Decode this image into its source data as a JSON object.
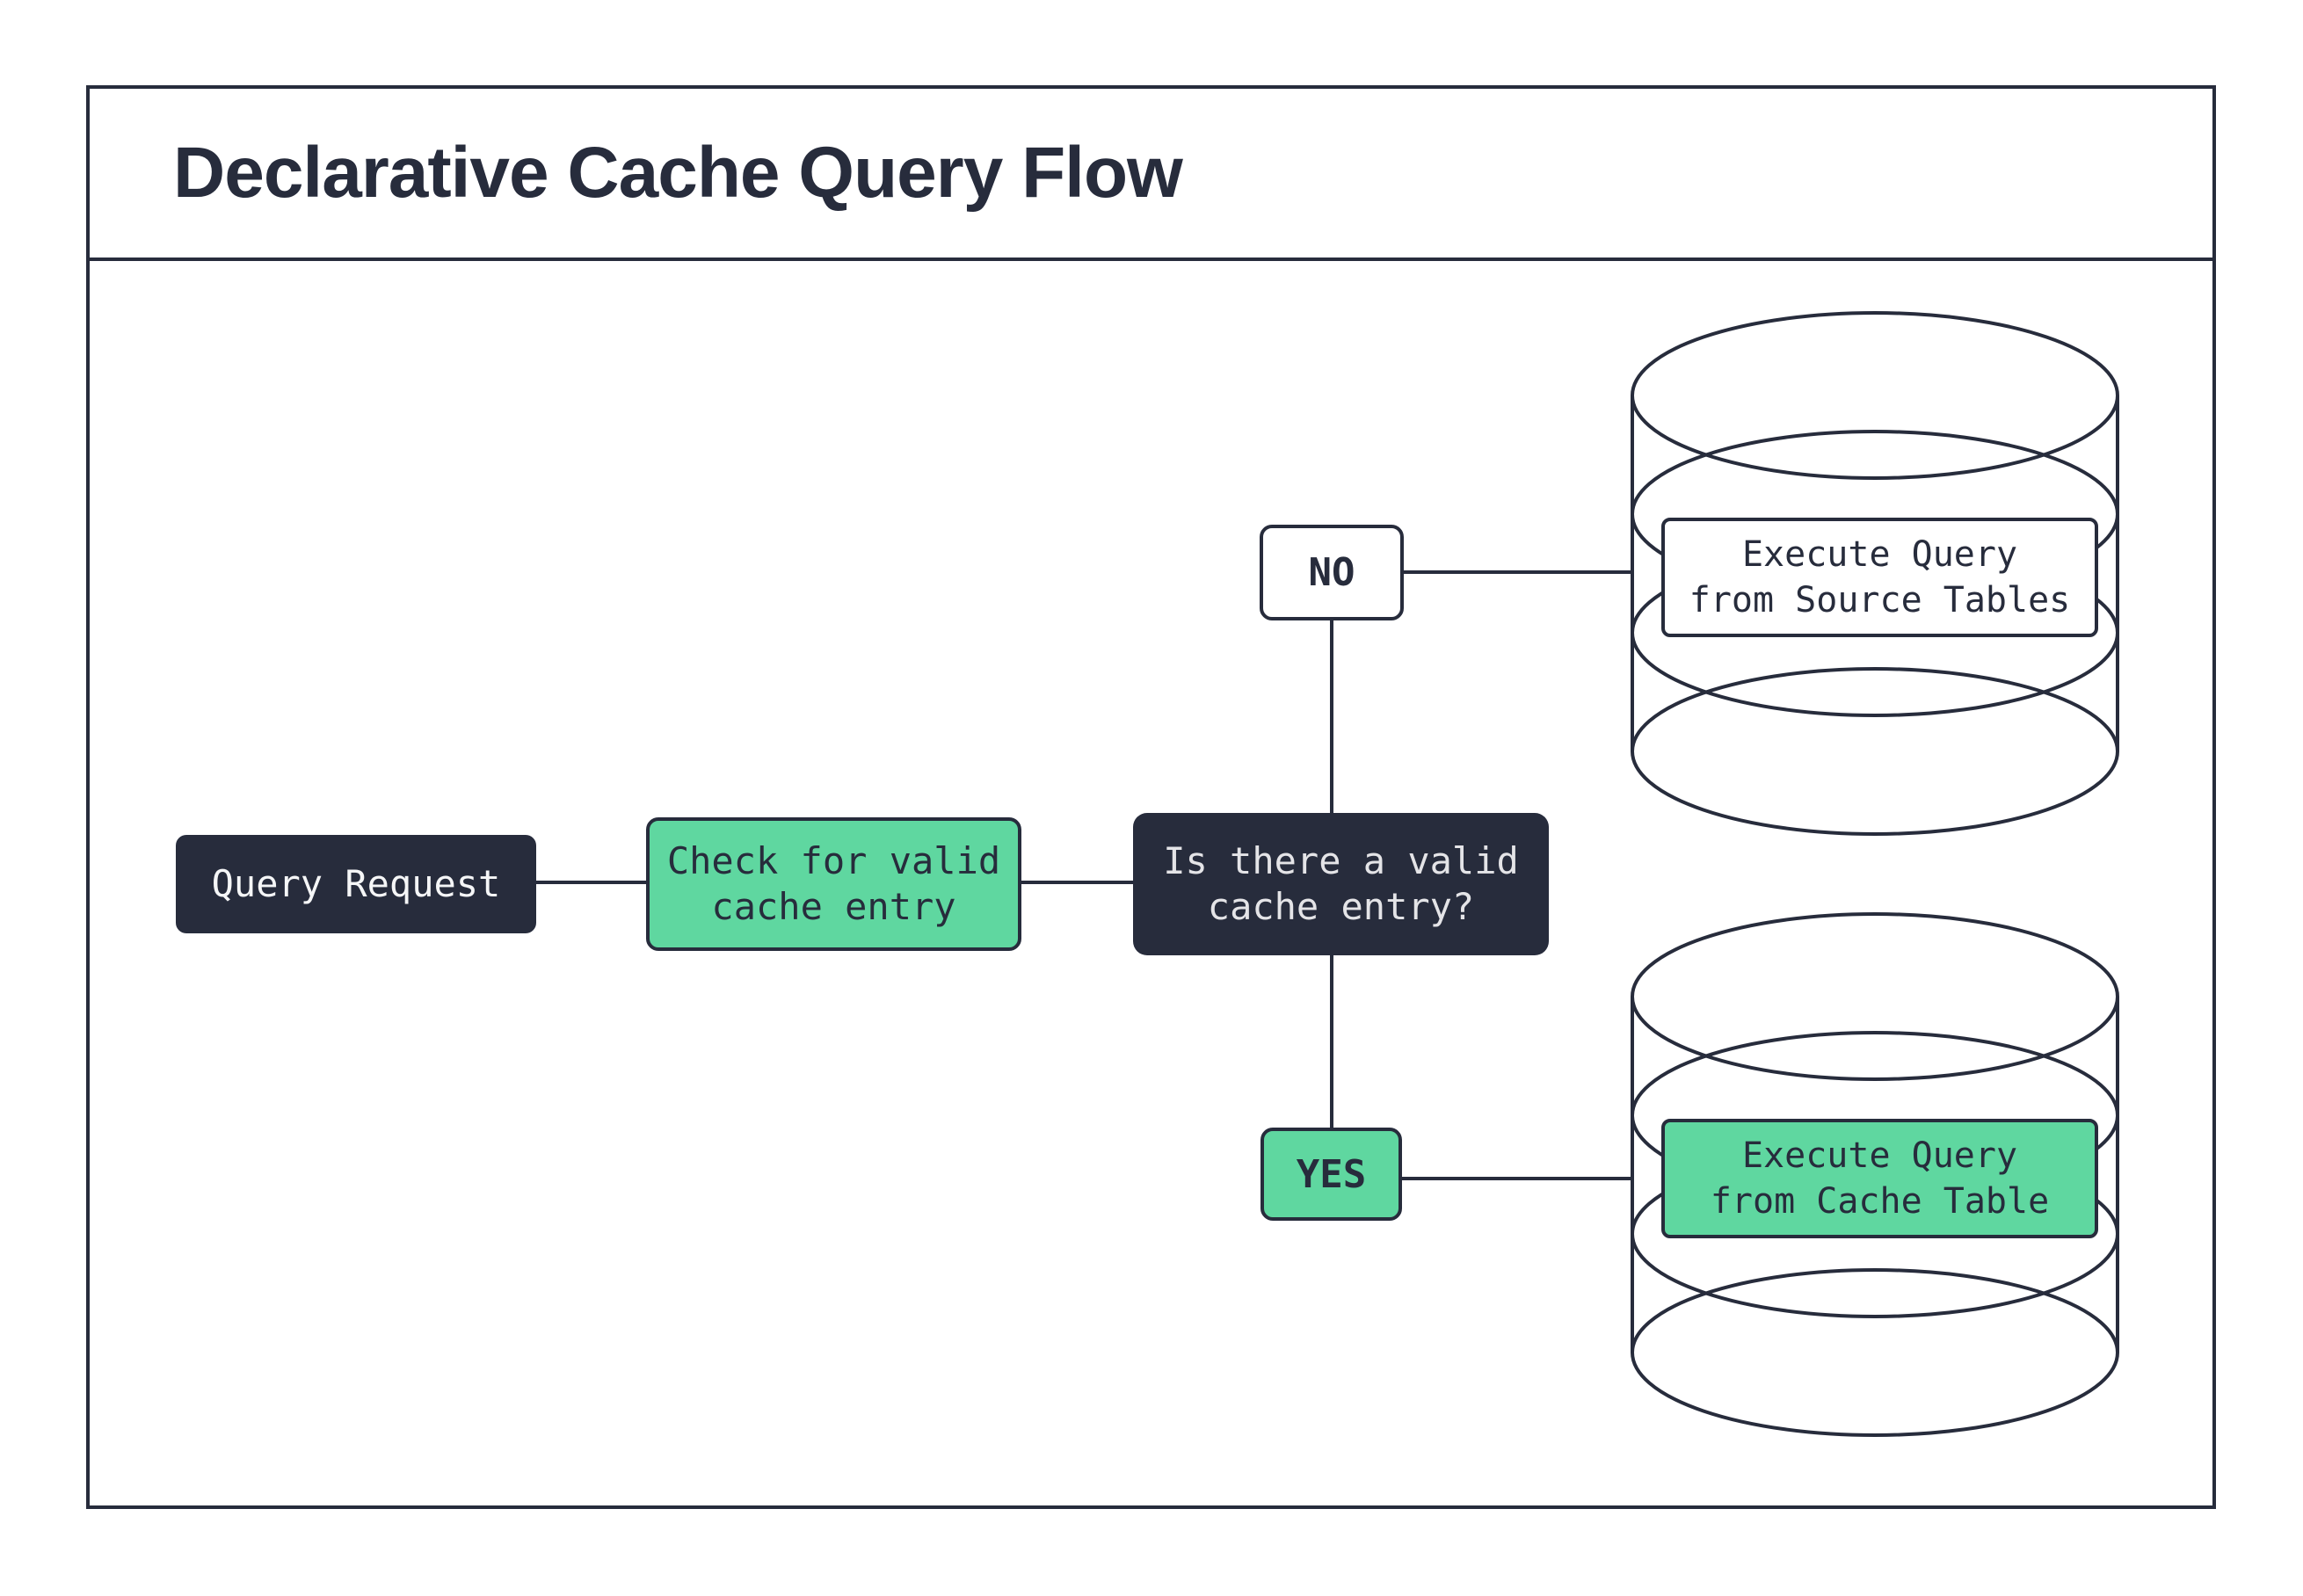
{
  "title": "Declarative Cache Query Flow",
  "colors": {
    "ink": "#272C3C",
    "green": "#5FD7A0",
    "paper": "#FFFFFF",
    "decision_text": "#E4E4E7",
    "dark_node_text": "#F5F6F7"
  },
  "nodes": {
    "query_request": {
      "label": "Query Request"
    },
    "check_cache": {
      "lines": [
        "Check for valid",
        "cache entry"
      ]
    },
    "decision": {
      "lines": [
        "Is there a valid",
        "cache entry?"
      ]
    },
    "no_branch": {
      "label": "NO"
    },
    "yes_branch": {
      "label": "YES"
    },
    "source_db": {
      "lines": [
        "Execute Query",
        "from Source Tables"
      ]
    },
    "cache_db": {
      "lines": [
        "Execute Query",
        "from Cache Table"
      ]
    }
  }
}
